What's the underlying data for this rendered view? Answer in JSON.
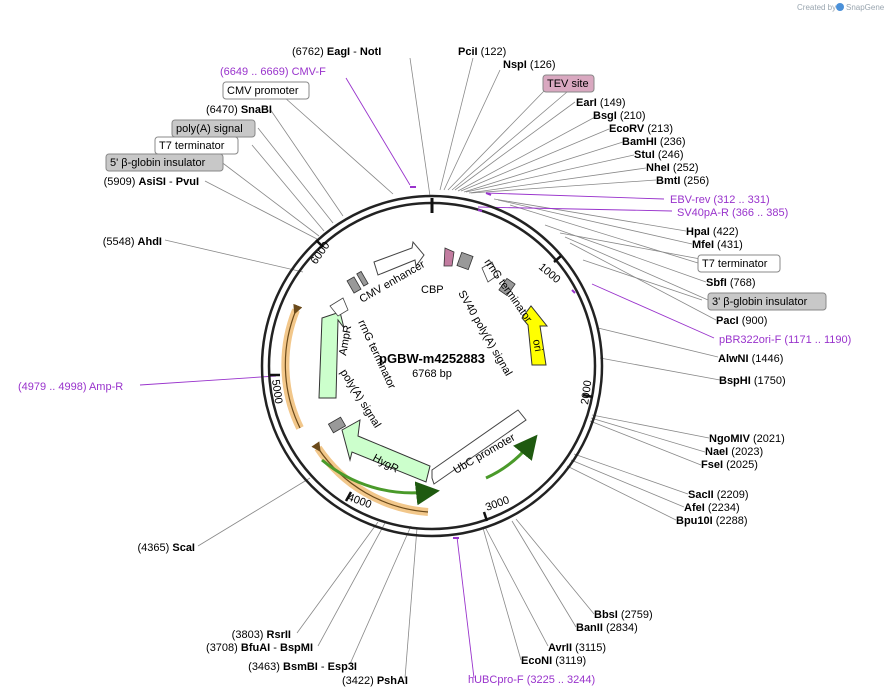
{
  "app": {
    "credit": "Created by",
    "brand": "SnapGene"
  },
  "plasmid": {
    "name": "pGBW-m4252883",
    "length": "6768 bp"
  },
  "ticks": [
    "1000",
    "2000",
    "3000",
    "4000",
    "5000",
    "6000"
  ],
  "sites": [
    {
      "pos": "(6762)",
      "name": "EagI",
      "sep": " - ",
      "name2": "NotI"
    },
    {
      "pos": "(122)",
      "name": "PciI",
      "pos_after": true
    },
    {
      "pos": "(126)",
      "name": "NspI",
      "pos_after": true
    },
    {
      "pos": "(149)",
      "name": "EarI",
      "pos_after": true
    },
    {
      "pos": "(210)",
      "name": "BsgI",
      "pos_after": true
    },
    {
      "pos": "(213)",
      "name": "EcoRV",
      "pos_after": true
    },
    {
      "pos": "(236)",
      "name": "BamHI",
      "pos_after": true
    },
    {
      "pos": "(246)",
      "name": "StuI",
      "pos_after": true
    },
    {
      "pos": "(252)",
      "name": "NheI",
      "pos_after": true
    },
    {
      "pos": "(256)",
      "name": "BmtI",
      "pos_after": true
    },
    {
      "pos": "(422)",
      "name": "HpaI",
      "pos_after": true
    },
    {
      "pos": "(431)",
      "name": "MfeI",
      "pos_after": true
    },
    {
      "pos": "(768)",
      "name": "SbfI",
      "pos_after": true
    },
    {
      "pos": "(900)",
      "name": "PacI",
      "pos_after": true
    },
    {
      "pos": "(1446)",
      "name": "AlwNI",
      "pos_after": true
    },
    {
      "pos": "(1750)",
      "name": "BspHI",
      "pos_after": true
    },
    {
      "pos": "(2021)",
      "name": "NgoMIV",
      "pos_after": true
    },
    {
      "pos": "(2023)",
      "name": "NaeI",
      "pos_after": true
    },
    {
      "pos": "(2025)",
      "name": "FseI",
      "pos_after": true
    },
    {
      "pos": "(2209)",
      "name": "SacII",
      "pos_after": true
    },
    {
      "pos": "(2234)",
      "name": "AfeI",
      "pos_after": true
    },
    {
      "pos": "(2288)",
      "name": "Bpu10I",
      "pos_after": true
    },
    {
      "pos": "(2759)",
      "name": "BbsI",
      "pos_after": true
    },
    {
      "pos": "(2834)",
      "name": "BanII",
      "pos_after": true
    },
    {
      "pos": "(3115)",
      "name": "AvrII",
      "pos_after": true
    },
    {
      "pos": "(3119)",
      "name": "EcoNI",
      "pos_after": true
    },
    {
      "pos": "(3422)",
      "name": "PshAI"
    },
    {
      "pos": "(3463)",
      "name": "BsmBI",
      "sep": " - ",
      "name2": "Esp3I"
    },
    {
      "pos": "(3708)",
      "name": "BfuAI",
      "sep": " - ",
      "name2": "BspMI"
    },
    {
      "pos": "(3803)",
      "name": "RsrII"
    },
    {
      "pos": "(4365)",
      "name": "ScaI"
    },
    {
      "pos": "(5548)",
      "name": "AhdI"
    },
    {
      "pos": "(5909)",
      "name": "AsiSI",
      "sep": " - ",
      "name2": "PvuI"
    },
    {
      "pos": "(6470)",
      "name": "SnaBI"
    }
  ],
  "primers": [
    {
      "range": "(6649 .. 6669)",
      "name": "CMV-F"
    },
    {
      "range": "(312 .. 331)",
      "name": "EBV-rev"
    },
    {
      "range": "(366 .. 385)",
      "name": "SV40pA-R"
    },
    {
      "range": "(1171 .. 1190)",
      "name": "pBR322ori-F"
    },
    {
      "range": "(4979 .. 4998)",
      "name": "Amp-R"
    },
    {
      "range": "(3225 .. 3244)",
      "name": "hUBCpro-F"
    }
  ],
  "boxed_features": [
    {
      "name": "CMV promoter",
      "style": "white"
    },
    {
      "name": "poly(A) signal",
      "style": "gray"
    },
    {
      "name": "T7 terminator",
      "style": "white"
    },
    {
      "name": "5' β-globin insulator",
      "style": "gray"
    },
    {
      "name": "TEV site",
      "style": "pink"
    },
    {
      "name": "T7 terminator",
      "style": "white"
    },
    {
      "name": "3' β-globin insulator",
      "style": "gray"
    }
  ],
  "inner_features": {
    "cmv_enhancer": "CMV enhancer",
    "cbp": "CBP",
    "rrng_top": "rrnG terminator",
    "sv40": "SV40 poly(A) signal",
    "ori": "ori",
    "ampr": "AmpR",
    "rrng_left": "rrnG terminator",
    "polya_left": "poly(A) signal",
    "hygr": "HygR",
    "ubc": "UbC promoter"
  },
  "colors": {
    "primer": "#9933cc",
    "ori": "#ffff00",
    "ampr": "#ccffcc",
    "hygr": "#ccffcc",
    "orf_arrow": "#d4862a",
    "green_arrow": "#4a9a2a",
    "gray_box": "#c8c8c8",
    "pink_box": "#d9a8c0",
    "cbp": "#c27ca0"
  }
}
